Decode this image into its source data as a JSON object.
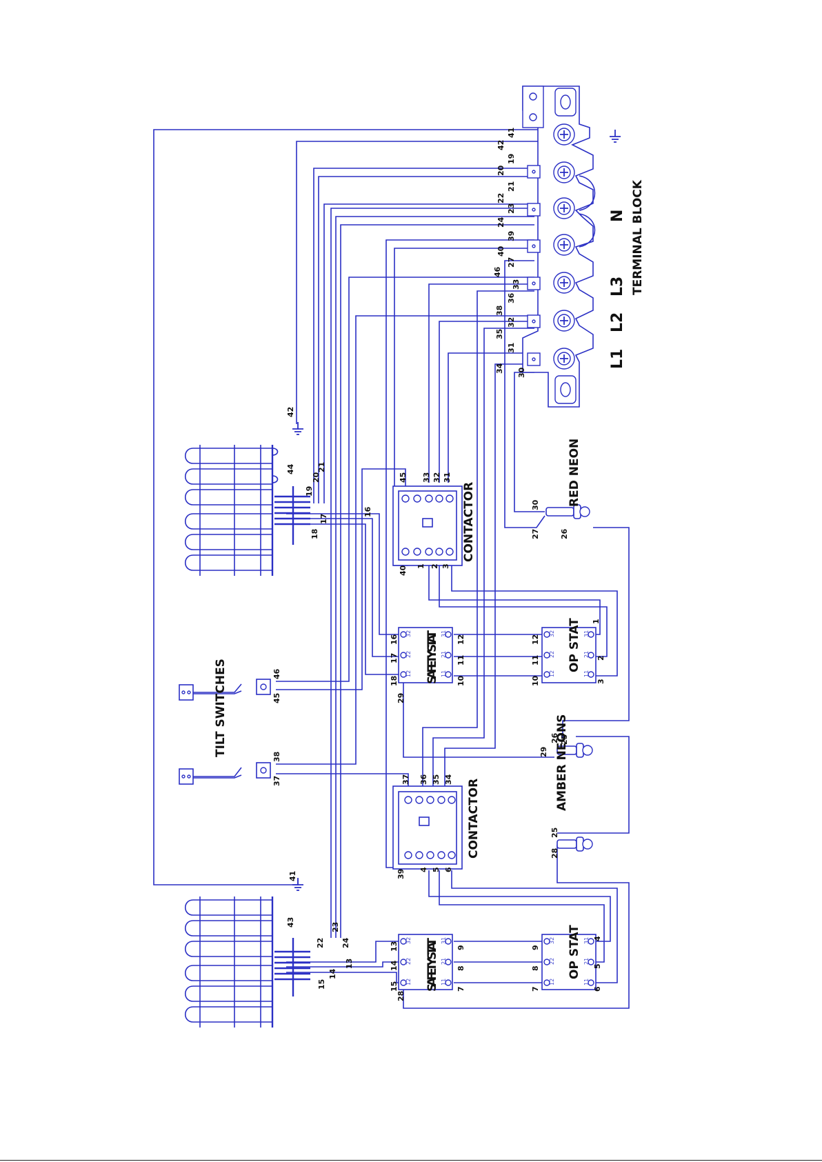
{
  "diagram": {
    "terminal_block": {
      "title": "TERMINAL BLOCK",
      "terminals": [
        "L1",
        "L2",
        "L3",
        "N"
      ]
    },
    "components": {
      "contactor_top": "CONTACTOR",
      "contactor_bottom": "CONTACTOR",
      "safety_stat_top": "SAFETY STAT",
      "safety_stat_bottom": "SAFETY STAT",
      "op_stat_top": "OP STAT",
      "op_stat_bottom": "OP STAT",
      "red_neon": "RED NEON",
      "amber_neons": "AMBER NEONS",
      "tilt_switches": "TILT SWITCHES"
    },
    "wire_numbers": [
      "1",
      "2",
      "3",
      "4",
      "5",
      "6",
      "7",
      "8",
      "9",
      "10",
      "11",
      "12",
      "13",
      "14",
      "15",
      "16",
      "17",
      "18",
      "19",
      "20",
      "21",
      "22",
      "23",
      "24",
      "25",
      "26",
      "27",
      "28",
      "29",
      "30",
      "31",
      "32",
      "33",
      "34",
      "35",
      "36",
      "37",
      "38",
      "39",
      "40",
      "41",
      "42",
      "43",
      "44",
      "45",
      "46"
    ],
    "stat_pin_labels": [
      "32",
      "22",
      "12",
      "31",
      "21",
      "11"
    ],
    "colors": {
      "wire": "#2a2fc4",
      "text": "#111111",
      "background": "#ffffff"
    }
  }
}
